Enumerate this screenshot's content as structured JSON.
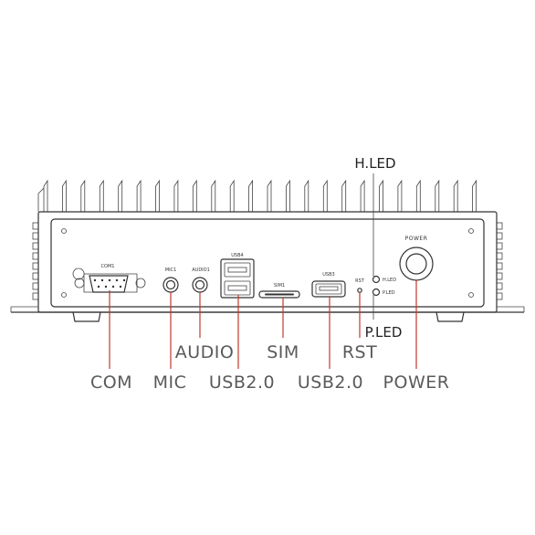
{
  "callouts": {
    "com": "COM",
    "mic": "MIC",
    "audio": "AUDIO",
    "usb_left": "USB2.0",
    "sim": "SIM",
    "usb_right": "USB2.0",
    "rst": "RST",
    "power": "POWER",
    "h_led": "H.LED",
    "p_led": "P.LED"
  },
  "panel_marks": {
    "com": "COM1",
    "mic": "MIC1",
    "audio": "AUDIO1",
    "usb_left": "USB4",
    "sim": "SIM1",
    "usb_right": "USB3",
    "rst": "RST",
    "h_led": "H.LED",
    "p_led": "P.LED",
    "power": "POWER"
  },
  "colors": {
    "leader_line": "#c0392b",
    "outline": "#333333",
    "label_text": "#5a5a5a"
  }
}
